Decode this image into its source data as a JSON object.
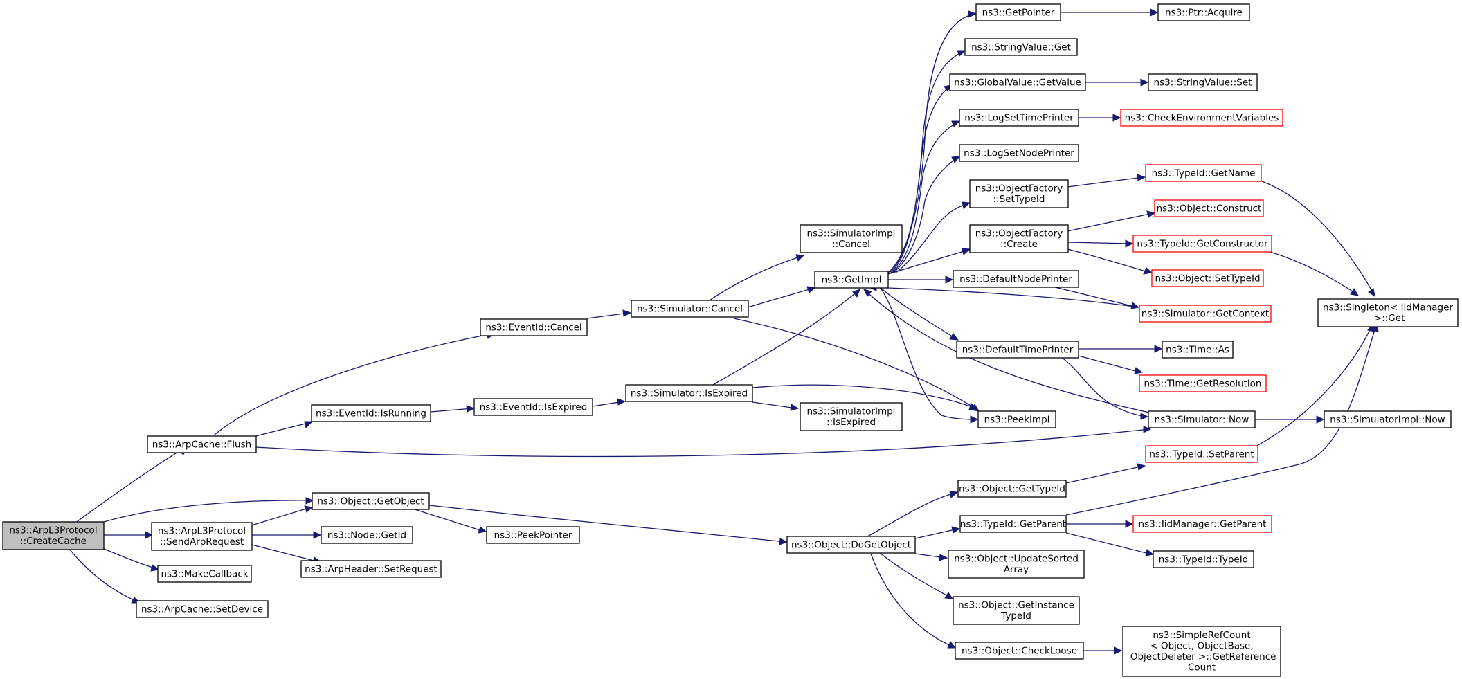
{
  "graph": {
    "colors": {
      "edge": "#191970",
      "node_border": "#000000",
      "red_border": "#ff0000",
      "root_fill": "#bfbfbf"
    },
    "nodes": [
      {
        "id": "create_cache",
        "lines": [
          "ns3::ArpL3Protocol",
          "::CreateCache"
        ],
        "style": "root"
      },
      {
        "id": "arpcache_flush",
        "lines": [
          "ns3::ArpCache::Flush"
        ]
      },
      {
        "id": "object_getobject",
        "lines": [
          "ns3::Object::GetObject"
        ]
      },
      {
        "id": "send_arp_request",
        "lines": [
          "ns3::ArpL3Protocol",
          "::SendArpRequest"
        ]
      },
      {
        "id": "make_callback",
        "lines": [
          "ns3::MakeCallback"
        ]
      },
      {
        "id": "arpcache_setdevice",
        "lines": [
          "ns3::ArpCache::SetDevice"
        ]
      },
      {
        "id": "eventid_cancel",
        "lines": [
          "ns3::EventId::Cancel"
        ]
      },
      {
        "id": "eventid_isrunning",
        "lines": [
          "ns3::EventId::IsRunning"
        ]
      },
      {
        "id": "eventid_isexpired",
        "lines": [
          "ns3::EventId::IsExpired"
        ]
      },
      {
        "id": "simulator_cancel",
        "lines": [
          "ns3::Simulator::Cancel"
        ]
      },
      {
        "id": "simulator_isexpired",
        "lines": [
          "ns3::Simulator::IsExpired"
        ]
      },
      {
        "id": "simimpl_cancel",
        "lines": [
          "ns3::SimulatorImpl",
          "::Cancel"
        ]
      },
      {
        "id": "simimpl_isexpired",
        "lines": [
          "ns3::SimulatorImpl",
          "::IsExpired"
        ]
      },
      {
        "id": "getimpl",
        "lines": [
          "ns3::GetImpl"
        ]
      },
      {
        "id": "peekimpl",
        "lines": [
          "ns3::PeekImpl"
        ]
      },
      {
        "id": "getpointer",
        "lines": [
          "ns3::GetPointer"
        ]
      },
      {
        "id": "ptr_acquire",
        "lines": [
          "ns3::Ptr::Acquire"
        ]
      },
      {
        "id": "stringvalue_get",
        "lines": [
          "ns3::StringValue::Get"
        ]
      },
      {
        "id": "globalvalue_getvalue",
        "lines": [
          "ns3::GlobalValue::GetValue"
        ]
      },
      {
        "id": "stringvalue_set",
        "lines": [
          "ns3::StringValue::Set"
        ]
      },
      {
        "id": "logsettimeprinter",
        "lines": [
          "ns3::LogSetTimePrinter"
        ]
      },
      {
        "id": "checkenv",
        "lines": [
          "ns3::CheckEnvironmentVariables"
        ],
        "style": "red"
      },
      {
        "id": "logsetnodeprinter",
        "lines": [
          "ns3::LogSetNodePrinter"
        ]
      },
      {
        "id": "objfactory_settypeid",
        "lines": [
          "ns3::ObjectFactory",
          "::SetTypeId"
        ]
      },
      {
        "id": "typeid_getname",
        "lines": [
          "ns3::TypeId::GetName"
        ],
        "style": "red"
      },
      {
        "id": "objfactory_create",
        "lines": [
          "ns3::ObjectFactory",
          "::Create"
        ]
      },
      {
        "id": "object_construct",
        "lines": [
          "ns3::Object::Construct"
        ],
        "style": "red"
      },
      {
        "id": "typeid_getconstructor",
        "lines": [
          "ns3::TypeId::GetConstructor"
        ],
        "style": "red"
      },
      {
        "id": "object_settypeid",
        "lines": [
          "ns3::Object::SetTypeId"
        ],
        "style": "red"
      },
      {
        "id": "defaultnodeprinter",
        "lines": [
          "ns3::DefaultNodePrinter"
        ]
      },
      {
        "id": "simulator_getcontext",
        "lines": [
          "ns3::Simulator::GetContext"
        ],
        "style": "red"
      },
      {
        "id": "defaulttimeprinter",
        "lines": [
          "ns3::DefaultTimePrinter"
        ]
      },
      {
        "id": "time_as",
        "lines": [
          "ns3::Time::As"
        ]
      },
      {
        "id": "time_getresolution",
        "lines": [
          "ns3::Time::GetResolution"
        ],
        "style": "red"
      },
      {
        "id": "simulator_now",
        "lines": [
          "ns3::Simulator::Now"
        ]
      },
      {
        "id": "simimpl_now",
        "lines": [
          "ns3::SimulatorImpl::Now"
        ]
      },
      {
        "id": "singleton_get",
        "lines": [
          "ns3::Singleton< IidManager",
          " >::Get"
        ]
      },
      {
        "id": "typeid_setparent",
        "lines": [
          "ns3::TypeId::SetParent"
        ],
        "style": "red"
      },
      {
        "id": "object_gettypeid",
        "lines": [
          "ns3::Object::GetTypeId"
        ]
      },
      {
        "id": "typeid_getparent",
        "lines": [
          "ns3::TypeId::GetParent"
        ]
      },
      {
        "id": "iidmanager_getparent",
        "lines": [
          "ns3::IidManager::GetParent"
        ],
        "style": "red"
      },
      {
        "id": "typeid_typeid",
        "lines": [
          "ns3::TypeId::TypeId"
        ]
      },
      {
        "id": "object_dogetobject",
        "lines": [
          "ns3::Object::DoGetObject"
        ]
      },
      {
        "id": "peekpointer",
        "lines": [
          "ns3::PeekPointer"
        ]
      },
      {
        "id": "node_getid",
        "lines": [
          "ns3::Node::GetId"
        ]
      },
      {
        "id": "arpheader_setrequest",
        "lines": [
          "ns3::ArpHeader::SetRequest"
        ]
      },
      {
        "id": "object_updatesortedarray",
        "lines": [
          "ns3::Object::UpdateSorted",
          "Array"
        ]
      },
      {
        "id": "object_getinstancetypeid",
        "lines": [
          "ns3::Object::GetInstance",
          "TypeId"
        ]
      },
      {
        "id": "object_checkloose",
        "lines": [
          "ns3::Object::CheckLoose"
        ]
      },
      {
        "id": "simplerefcount_getrefcount",
        "lines": [
          "ns3::SimpleRefCount",
          "< Object, ObjectBase,",
          " ObjectDeleter >::GetReference",
          "Count"
        ]
      }
    ]
  }
}
